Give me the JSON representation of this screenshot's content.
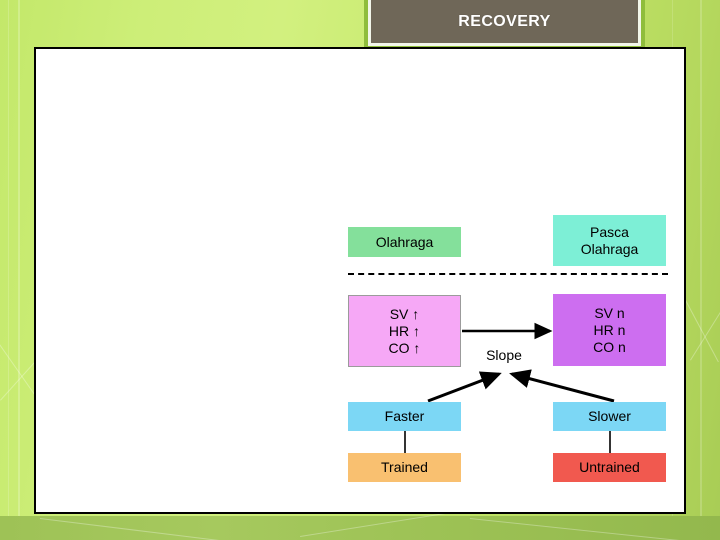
{
  "slide": {
    "title": "RECOVERY",
    "title_bar_color": "#6f6758",
    "title_border_color": "#8fbd3c",
    "background_color": "#c8ea6f",
    "panel_color": "#ffffff"
  },
  "diagram": {
    "type": "flow-diagram",
    "divider_style": "dashed-horizontal",
    "nodes": [
      {
        "id": "olahraga",
        "label": "Olahraga",
        "color": "#84e09b",
        "column": "left",
        "row": "header"
      },
      {
        "id": "pasca-olahraga",
        "label": "Pasca Olahraga",
        "line1": "Pasca",
        "line2": "Olahraga",
        "color": "#7defd6",
        "column": "right",
        "row": "header"
      },
      {
        "id": "sv-up",
        "lines": [
          "SV ↑",
          "HR ↑",
          "CO ↑"
        ],
        "color": "#f6a8f6",
        "column": "left",
        "row": "measures"
      },
      {
        "id": "sv-n",
        "lines": [
          "SV n",
          "HR n",
          "CO n"
        ],
        "color": "#cd6ef0",
        "column": "right",
        "row": "measures"
      },
      {
        "id": "faster",
        "label": "Faster",
        "color": "#7cd7f5",
        "column": "left",
        "row": "rate"
      },
      {
        "id": "slower",
        "label": "Slower",
        "color": "#7cd7f5",
        "column": "right",
        "row": "rate"
      },
      {
        "id": "trained",
        "label": "Trained",
        "color": "#f9c070",
        "column": "left",
        "row": "status"
      },
      {
        "id": "untrained",
        "label": "Untrained",
        "color": "#f1594f",
        "column": "right",
        "row": "status"
      }
    ],
    "slope_label": "Slope",
    "connectors": [
      {
        "from": "sv-up",
        "to": "sv-n",
        "kind": "arrow-right"
      },
      {
        "from": "faster",
        "to": "slope",
        "kind": "arrow-diagonal-up-right"
      },
      {
        "from": "slower",
        "to": "slope",
        "kind": "arrow-diagonal-up-left"
      },
      {
        "from": "faster",
        "to": "trained",
        "kind": "line-vertical"
      },
      {
        "from": "slower",
        "to": "untrained",
        "kind": "line-vertical"
      }
    ]
  }
}
